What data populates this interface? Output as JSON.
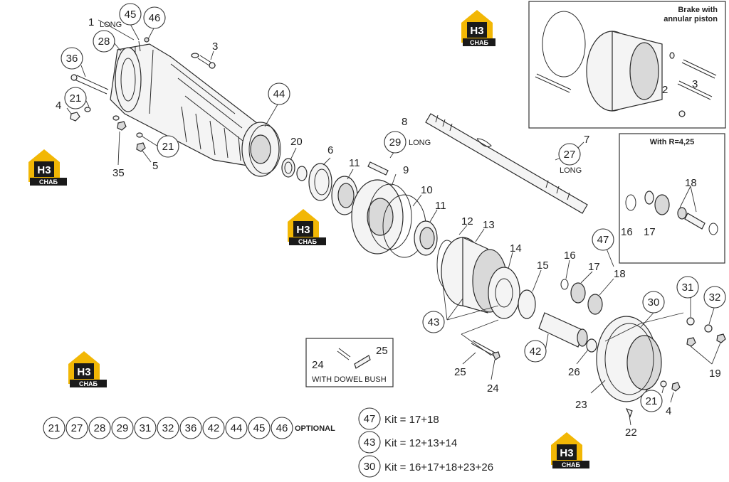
{
  "callouts": {
    "c1": "1",
    "c3": "3",
    "c4": "4",
    "c5": "5",
    "c6": "6",
    "c7": "7",
    "c8": "8",
    "c9": "9",
    "c10": "10",
    "c11": "11",
    "c12": "12",
    "c13": "13",
    "c14": "14",
    "c15": "15",
    "c16": "16",
    "c17": "17",
    "c18": "18",
    "c19": "19",
    "c20": "20",
    "c21": "21",
    "c22": "22",
    "c23": "23",
    "c24": "24",
    "c25": "25",
    "c26": "26",
    "c27": "27",
    "c28": "28",
    "c29": "29",
    "c30": "30",
    "c31": "31",
    "c32": "32",
    "c35": "35",
    "c36": "36",
    "c42": "42",
    "c43": "43",
    "c44": "44",
    "c45": "45",
    "c46": "46",
    "c47": "47"
  },
  "labels": {
    "long": "LONG",
    "optional": "OPTIONAL",
    "brake_line1": "Brake with",
    "brake_line2": "annular piston",
    "with_r": "With R=4,25",
    "dowel": "WITH DOWEL BUSH",
    "kit47": "Kit = 17+18",
    "kit43": "Kit = 12+13+14",
    "kit30": "Kit = 16+17+18+23+26"
  },
  "optional_parts": [
    "21",
    "27",
    "28",
    "29",
    "31",
    "32",
    "36",
    "42",
    "44",
    "45",
    "46"
  ],
  "watermark": {
    "top": "H3",
    "bottom": "СНАБ",
    "yellow": "#f2b705",
    "dark": "#1a1a1a"
  }
}
